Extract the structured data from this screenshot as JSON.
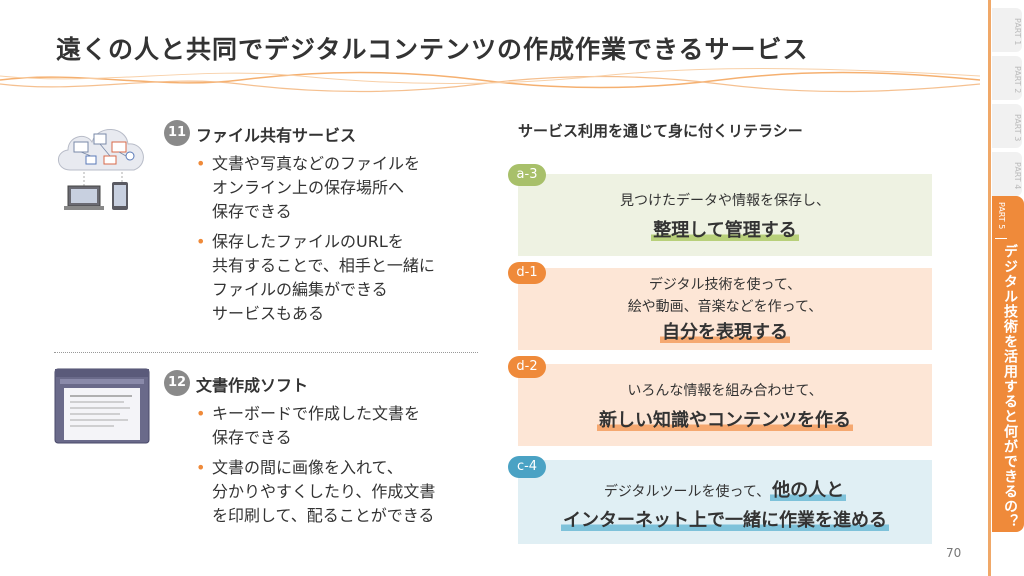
{
  "title": "遠くの人と共同でデジタルコンテンツの作成作業できるサービス",
  "sidebar": {
    "parts": [
      {
        "label": "PART 1"
      },
      {
        "label": "PART 2"
      },
      {
        "label": "PART 3"
      },
      {
        "label": "PART 4"
      }
    ],
    "active": {
      "label": "PART 5",
      "title": "デジタル技術を活用すると何ができるの？"
    }
  },
  "sections": [
    {
      "number": "11",
      "title": "ファイル共有サービス",
      "bullets": [
        "文書や写真などのファイルを\nオンライン上の保存場所へ\n保存できる",
        "保存したファイルのURLを\n共有することで、相手と一緒に\nファイルの編集ができる\nサービスもある"
      ]
    },
    {
      "number": "12",
      "title": "文書作成ソフト",
      "bullets": [
        "キーボードで作成した文書を\n保存できる",
        "文書の間に画像を入れて、\n分かりやすくしたり、作成文書\nを印刷して、配ることができる"
      ]
    }
  ],
  "literacy": {
    "heading": "サービス利用を通じて身に付くリテラシー",
    "cards": [
      {
        "tag": "a-3",
        "line1": "見つけたデータや情報を保存し、",
        "line2": "整理して管理する",
        "bg": "#eef2e2",
        "tag_color": "#a8c06a",
        "underline": "#b8d07a"
      },
      {
        "tag": "d-1",
        "line1": "デジタル技術を使って、",
        "line1b": "絵や動画、音楽などを作って、",
        "line2": "自分を表現する",
        "bg": "#fde6d6",
        "tag_color": "#ef8a3a",
        "underline": "#f5a870"
      },
      {
        "tag": "d-2",
        "line1": "いろんな情報を組み合わせて、",
        "line2": "新しい知識やコンテンツを作る",
        "bg": "#fde6d6",
        "tag_color": "#ef8a3a",
        "underline": "#f5a870"
      },
      {
        "tag": "c-4",
        "line1": "デジタルツールを使って、",
        "line1_bold": "他の人と",
        "line2": "インターネット上で一緒に作業を進める",
        "bg": "#e0eff4",
        "tag_color": "#4aa2c4",
        "underline": "#7ec2da"
      }
    ]
  },
  "page_number": "70",
  "colors": {
    "accent": "#ef8a3a",
    "badge_gray": "#8a8a8a"
  }
}
